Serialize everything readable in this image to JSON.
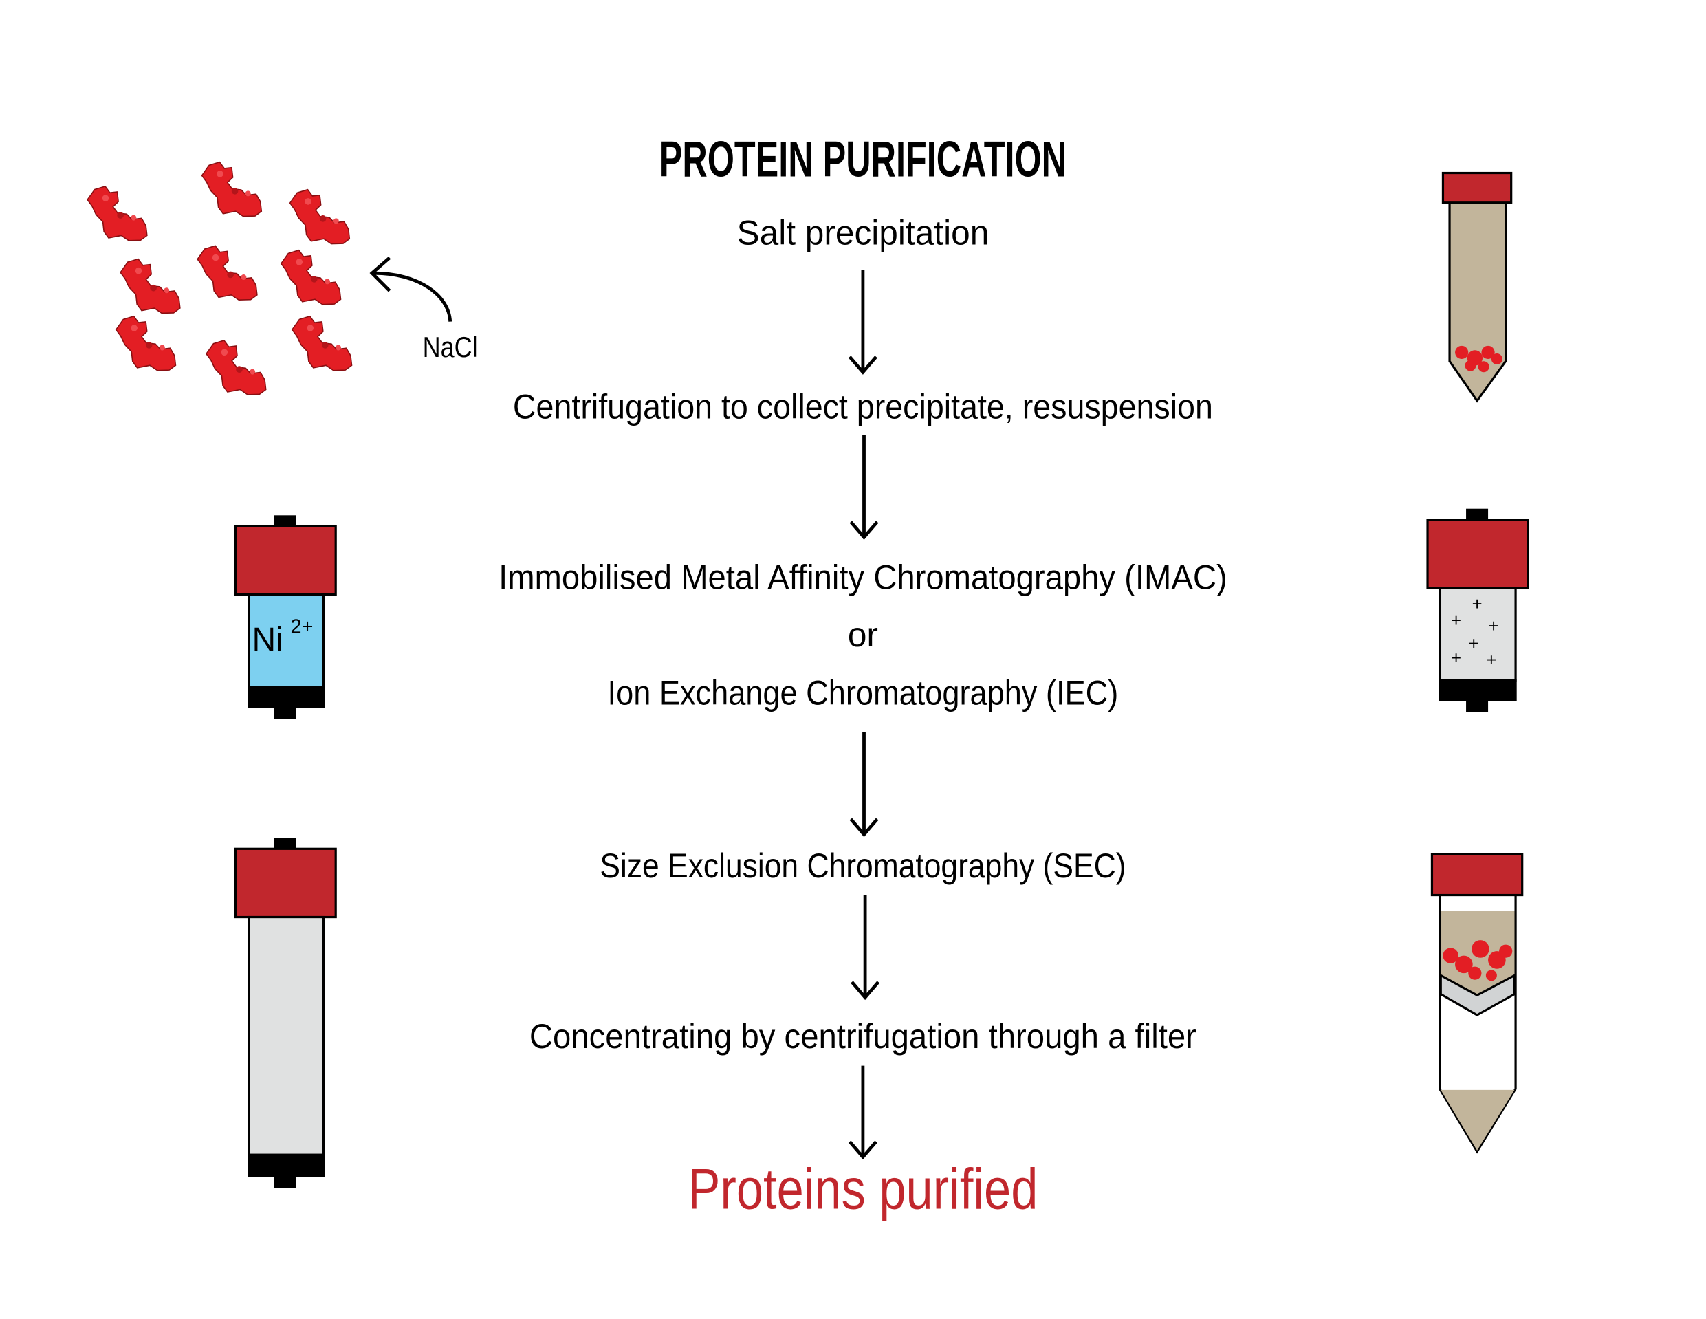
{
  "title": "PROTEIN PURIFICATION",
  "steps": [
    "Salt precipitation",
    "Centrifugation to collect precipitate, resuspension",
    "Immobilised Metal Affinity Chromatography (IMAC)",
    "or",
    "Ion Exchange Chromatography (IEC)",
    "Size Exclusion Chromatography (SEC)",
    "Concentrating by centrifugation through a filter"
  ],
  "result": "Proteins purified",
  "labels": {
    "salt": "NaCl",
    "nickel": "Ni",
    "nickel_charge": "2+",
    "ion_charge": "+"
  },
  "colors": {
    "accent_red": "#c1272d",
    "protein_red": "#e31e24",
    "tube_tan": "#c2b59b",
    "column_grey": "#e0e1e1",
    "ni_blue": "#7dd0f0"
  }
}
